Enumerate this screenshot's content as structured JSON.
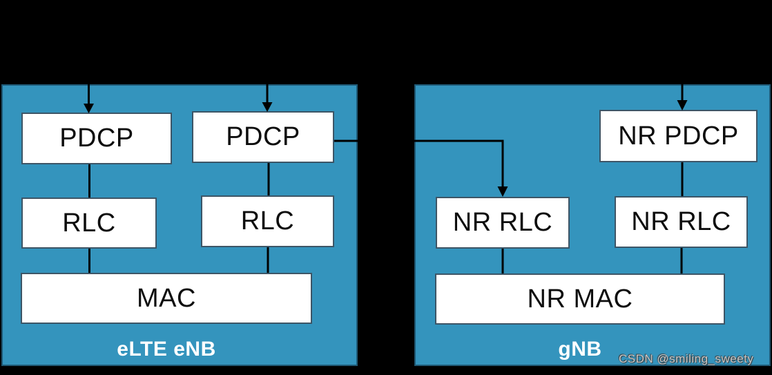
{
  "colors": {
    "panel_fill": "#3494bd",
    "panel_border": "#1f5874",
    "box_fill": "#ffffff",
    "box_border": "#3d5566",
    "line": "#000000",
    "box_text": "#0d0d0d",
    "panel_label": "#ffffff",
    "watermark": "#c8c8c8",
    "bg": "#000000"
  },
  "panels": [
    {
      "label": "eLTE eNB",
      "boxes": [
        {
          "id": "pdcp-left-1",
          "label": "PDCP"
        },
        {
          "id": "pdcp-left-2",
          "label": "PDCP"
        },
        {
          "id": "rlc-left-1",
          "label": "RLC"
        },
        {
          "id": "rlc-left-2",
          "label": "RLC"
        },
        {
          "id": "mac",
          "label": "MAC"
        }
      ]
    },
    {
      "label": "gNB",
      "boxes": [
        {
          "id": "nr-pdcp",
          "label": "NR PDCP"
        },
        {
          "id": "nr-rlc-1",
          "label": "NR RLC"
        },
        {
          "id": "nr-rlc-2",
          "label": "NR RLC"
        },
        {
          "id": "nr-mac",
          "label": "NR MAC"
        }
      ]
    }
  ],
  "connections": [
    {
      "from": "top",
      "to": "pdcp-left-1",
      "type": "arrow-down"
    },
    {
      "from": "top",
      "to": "pdcp-left-2",
      "type": "arrow-down"
    },
    {
      "from": "top",
      "to": "nr-pdcp",
      "type": "arrow-down"
    },
    {
      "from": "pdcp-left-1",
      "to": "rlc-left-1",
      "type": "line"
    },
    {
      "from": "pdcp-left-2",
      "to": "rlc-left-2",
      "type": "line"
    },
    {
      "from": "rlc-left-1",
      "to": "mac",
      "type": "line"
    },
    {
      "from": "rlc-left-2",
      "to": "mac",
      "type": "line"
    },
    {
      "from": "pdcp-left-2",
      "to": "nr-rlc-1",
      "type": "elbow-arrow"
    },
    {
      "from": "nr-pdcp",
      "to": "nr-rlc-2",
      "type": "line"
    },
    {
      "from": "nr-rlc-1",
      "to": "nr-mac",
      "type": "line"
    },
    {
      "from": "nr-rlc-2",
      "to": "nr-mac",
      "type": "line"
    }
  ],
  "watermark": {
    "text": "CSDN @smiling_sweety"
  }
}
